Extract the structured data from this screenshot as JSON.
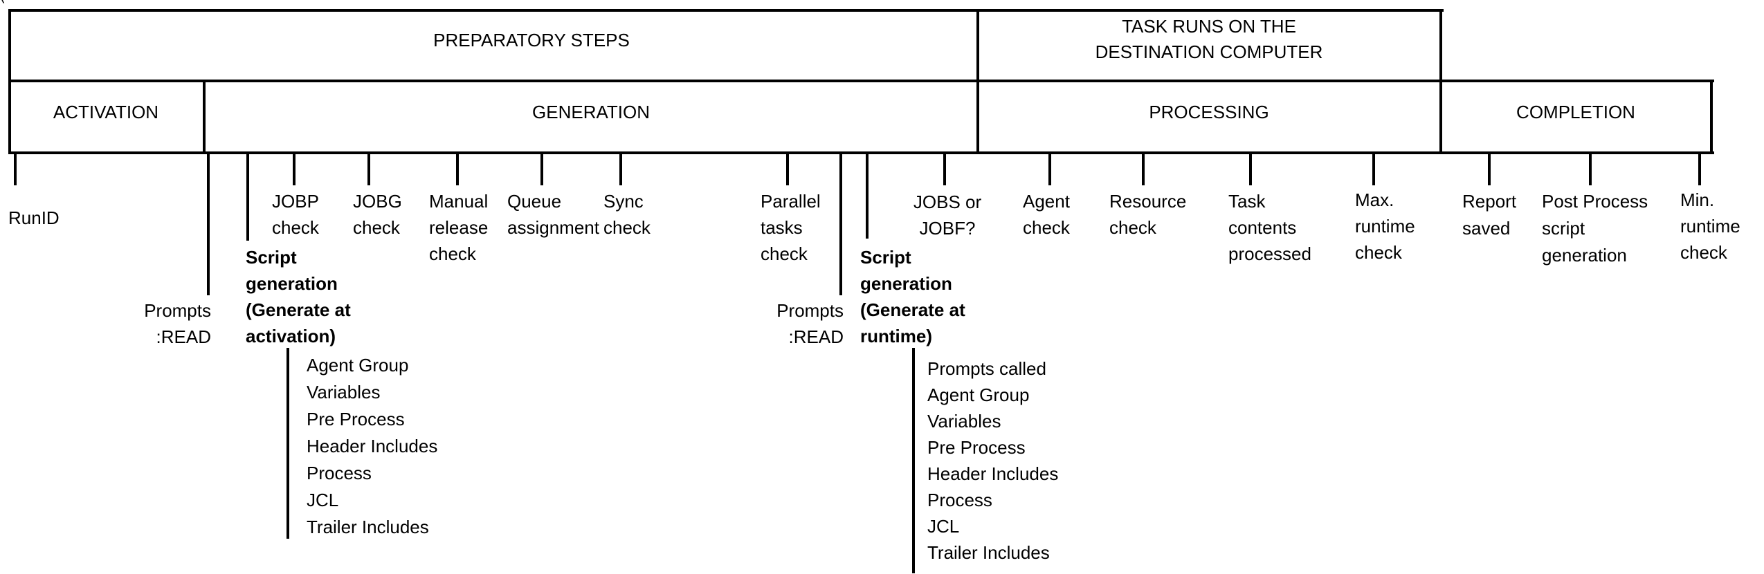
{
  "top_bands": {
    "preparatory": "PREPARATORY STEPS",
    "task_runs_line1": "TASK RUNS ON THE",
    "task_runs_line2": "DESTINATION COMPUTER"
  },
  "phases": {
    "activation": "ACTIVATION",
    "generation": "GENERATION",
    "processing": "PROCESSING",
    "completion": "COMPLETION"
  },
  "steps": {
    "runid": {
      "lines": [
        "RunID"
      ]
    },
    "prompts_read_1": {
      "lines": [
        "Prompts",
        ":READ"
      ]
    },
    "script_gen_activation": {
      "lines": [
        "Script",
        "generation",
        "(Generate at",
        "activation)"
      ]
    },
    "jobp_check": {
      "lines": [
        "JOBP",
        "check"
      ]
    },
    "jobg_check": {
      "lines": [
        "JOBG",
        "check"
      ]
    },
    "manual_release_check": {
      "lines": [
        "Manual",
        "release",
        "check"
      ]
    },
    "queue_assignment": {
      "lines": [
        "Queue",
        "assignment"
      ]
    },
    "sync_check": {
      "lines": [
        "Sync",
        "check"
      ]
    },
    "parallel_tasks_check": {
      "lines": [
        "Parallel",
        "tasks",
        "check"
      ]
    },
    "prompts_read_2": {
      "lines": [
        "Prompts",
        ":READ"
      ]
    },
    "script_gen_runtime": {
      "lines": [
        "Script",
        "generation",
        "(Generate at",
        "runtime)"
      ]
    },
    "jobs_or_jobf": {
      "lines": [
        "JOBS or",
        "JOBF?"
      ]
    },
    "agent_check": {
      "lines": [
        "Agent",
        "check"
      ]
    },
    "resource_check": {
      "lines": [
        "Resource",
        "check"
      ]
    },
    "task_contents_processed": {
      "lines": [
        "Task",
        "contents",
        "processed"
      ]
    },
    "max_runtime_check": {
      "lines": [
        "Max.",
        "runtime",
        "check"
      ]
    },
    "report_saved": {
      "lines": [
        "Report",
        "saved"
      ]
    },
    "post_process_script_generation": {
      "lines": [
        "Post Process",
        "script",
        "generation"
      ]
    },
    "min_runtime_check": {
      "lines": [
        "Min.",
        "runtime",
        "check"
      ]
    }
  },
  "sublists": {
    "activation_script": [
      "Agent Group",
      "Variables",
      "Pre Process",
      "Header Includes",
      "Process",
      "JCL",
      "Trailer Includes"
    ],
    "runtime_script": [
      "Prompts called",
      "Agent Group",
      "Variables",
      "Pre Process",
      "Header Includes",
      "Process",
      "JCL",
      "Trailer Includes"
    ]
  },
  "misc": {
    "corner_mark": "^"
  }
}
